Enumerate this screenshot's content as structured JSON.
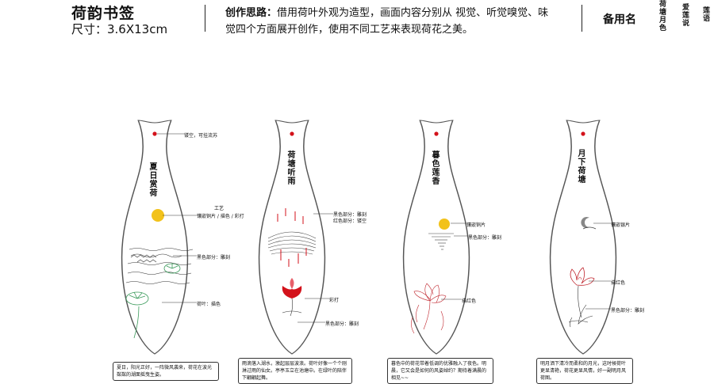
{
  "header": {
    "title": "荷韵书签",
    "size": "尺寸：3.6X13cm",
    "idea_label": "创作思路：",
    "idea_text": "借用荷叶外观为造型，画面内容分别从 视觉、听觉嗅觉、味觉四个方面展开创作，使用不同工艺来表现荷花之美。",
    "alt_label": "备用名",
    "alt_names": [
      "荷塘月色",
      "爱莲说",
      "莲语"
    ]
  },
  "bookmarks": [
    {
      "title": "夏日赏荷",
      "callouts": [
        "镂空，可挂流苏",
        "工艺",
        "镶嵌铜片 / 描色 / 彩打",
        "黑色部分：雕刻",
        "荷叶：描色"
      ],
      "note": "夏日，阳光正好，一阵微风袭来，荷花在波光粼粼的湖面摇曳生姿。"
    },
    {
      "title": "荷塘听雨",
      "callouts": [
        "黑色部分：雕刻",
        "红色部分：镂空",
        "彩打",
        "黑色部分：雕刻"
      ],
      "note": "雨滴落入湖水，激起层层波浪。荷叶好像一个个刚淋过雨的仙女。亭亭玉立在池塘中。在绿叶的陪伴下翩翩起舞。"
    },
    {
      "title": "暮色莲香",
      "callouts": [
        "镶嵌铜片",
        "黑色部分：雕刻",
        "描红色"
      ],
      "note": "暮色中的荷花带着低调的优雅融入了夜色。明晨，它又会是如何的风姿绰约？期待着满晨的相见~~"
    },
    {
      "title": "月下荷塘",
      "callouts": [
        "镶嵌银片",
        "描红色",
        "黑色部分：雕刻"
      ],
      "note": "明月洒下清冷而柔和的月光，这时候荷叶更显清艳，荷花更显风情，好一副明月风荷图。"
    }
  ],
  "colors": {
    "accent_red": "#d3121b",
    "sun_yellow": "#f2c21b",
    "leaf_green": "#3a9a5a",
    "outline": "#555555"
  }
}
